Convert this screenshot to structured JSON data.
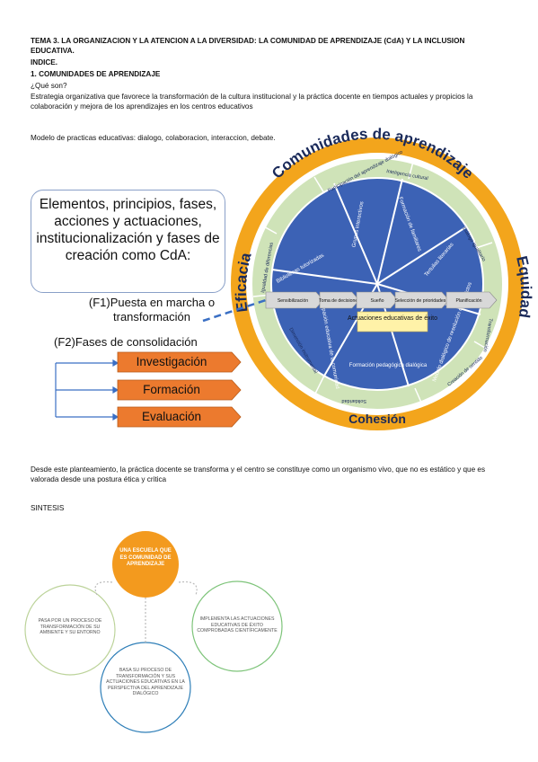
{
  "doc": {
    "title": "TEMA 3. LA ORGANIZACION Y LA ATENCION A LA DIVERSIDAD: LA COMUNIDAD DE APRENDIZAJE (CdA) Y LA INCLUSION EDUCATIVA.",
    "indice": "INDICE.",
    "section1": "1. COMUNIDADES DE APRENDIZAJE",
    "question": "¿Qué son?",
    "definition": "Estrategia organizativa que favorece la transformación de la cultura institucional y la práctica docente en tiempos actuales y propicios la colaboración y mejora de los aprendizajes en los centros educativos",
    "model": "Modelo de practicas educativas: dialogo, colaboracion, interaccion, debate.",
    "paragraph2": "Desde este planteamiento, la práctica docente se transforma y el centro se constituye como un organismo vivo, que no es estático y que es valorada desde una postura ética y critica",
    "sintesis": "SINTESIS"
  },
  "diagram": {
    "box_text": "Elementos, principios, fases, acciones y actuaciones, institucionalización y fases de creación como CdA:",
    "f1": "(F1)Puesta en marcha o transformación",
    "f2": "(F2)Fases de consolidación",
    "phases": [
      "Investigación",
      "Formación",
      "Evaluación"
    ],
    "outer_top": "Comunidades de aprendizaje",
    "outer_left": "Eficacia",
    "outer_right": "Equidad",
    "outer_bottom": "Cohesión",
    "ring_labels": [
      "Participación del aprendizaje dialógico",
      "Inteligencia cultural",
      "Diálogo igualitario",
      "Transformación",
      "Creación de sentido",
      "Solidaridad",
      "Dimensión instrumental",
      "Igualdad de diferencias"
    ],
    "wedges": [
      "Grupos interactivos",
      "Formación de familiares",
      "Tertulias literarias",
      "Modelo dialógico de resolución de conflictos",
      "Formación pedagógica dialógica",
      "Participación educativa de la comunidad",
      "Bibliotecas tutorizadas"
    ],
    "steps": [
      "Sensibilización",
      "Toma de decisiones",
      "Sueño",
      "Selección de prioridades",
      "Planificación"
    ],
    "center": "Actuaciones educativas de éxito",
    "colors": {
      "orange": "#f3a51c",
      "green": "#cfe3b8",
      "blue": "#3c62b5",
      "phase": "#ec7a2e",
      "arrow": "#3a6fc4"
    }
  },
  "synthesis": {
    "center": "UNA ESCUELA QUE ES COMUNIDAD DE APRENDIZAJE",
    "left": "PASA POR UN PROCESO DE TRANSFORMACIÓN DE SU AMBIENTE Y SU ENTORNO",
    "right": "IMPLEMENTA LAS ACTUACIONES EDUCATIVAS DE ÉXITO COMPROBADAS CIENTÍFICAMENTE",
    "bottom": "BASA SU PROCESO DE TRANSFORMACIÓN Y SUS ACTUACIONES EDUCATIVAS EN LA PERSPECTIVA DEL APRENDIZAJE DIALÓGICO"
  }
}
